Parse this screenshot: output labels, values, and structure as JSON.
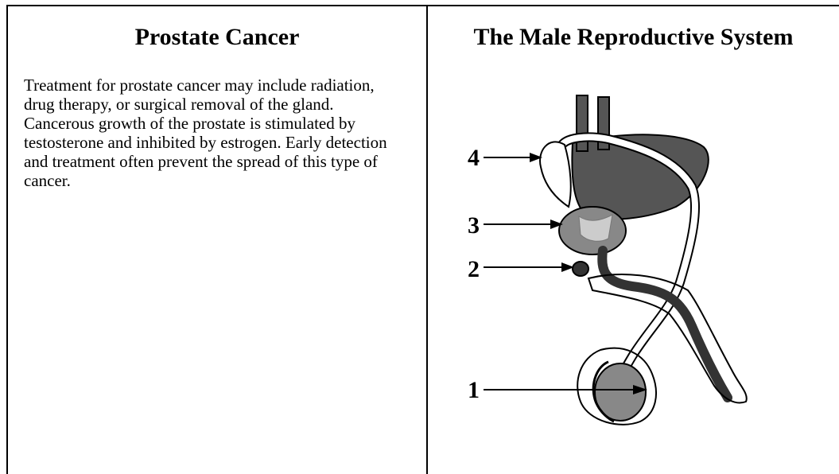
{
  "left_panel": {
    "title": "Prostate Cancer",
    "body": "Treatment for prostate cancer may include radiation, drug therapy, or surgical removal of the gland.  Cancerous growth of the prostate is stimulated by testosterone and inhibited by estrogen.  Early detection and treatment often prevent the spread of this type of cancer."
  },
  "right_panel": {
    "title": "The Male Reproductive System",
    "diagram": {
      "labels": [
        "1",
        "2",
        "3",
        "4"
      ]
    }
  },
  "colors": {
    "organ_dark": "#555555",
    "organ_mid": "#888888",
    "organ_light": "#aaaaaa",
    "line": "#000000",
    "background": "#ffffff"
  }
}
